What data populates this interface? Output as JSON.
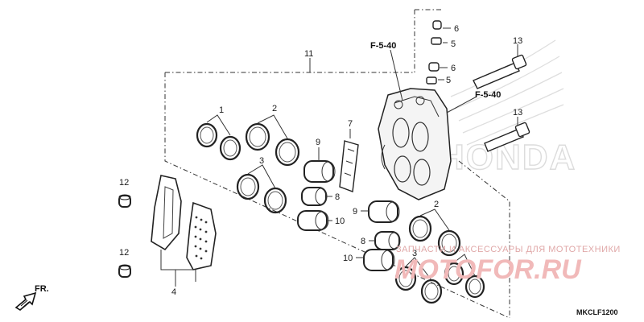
{
  "diagram": {
    "part_code": "MKCLF1200",
    "direction_label": "FR.",
    "torque_refs": [
      "F-5-40",
      "F-5-40"
    ],
    "callouts": {
      "c1": "1",
      "c2": "2",
      "c2b": "2",
      "c3": "3",
      "c3b": "3",
      "c4": "4",
      "c5a": "5",
      "c5b": "5",
      "c6a": "6",
      "c6b": "6",
      "c7": "7",
      "c8a": "8",
      "c8b": "8",
      "c9a": "9",
      "c9b": "9",
      "c10a": "10",
      "c10b": "10",
      "c11": "11",
      "c12a": "12",
      "c12b": "12",
      "c13a": "13",
      "c13b": "13"
    }
  },
  "watermark": {
    "brand": "HONDA",
    "shop_text": "ЗАПЧАСТИ И АКСЕССУАРЫ ДЛЯ МОТОТЕХНИКИ",
    "site": "MOTOFOR.RU"
  },
  "colors": {
    "line": "#333333",
    "watermark": "#f1b9b9",
    "honda_outline": "#dcdcdc"
  }
}
